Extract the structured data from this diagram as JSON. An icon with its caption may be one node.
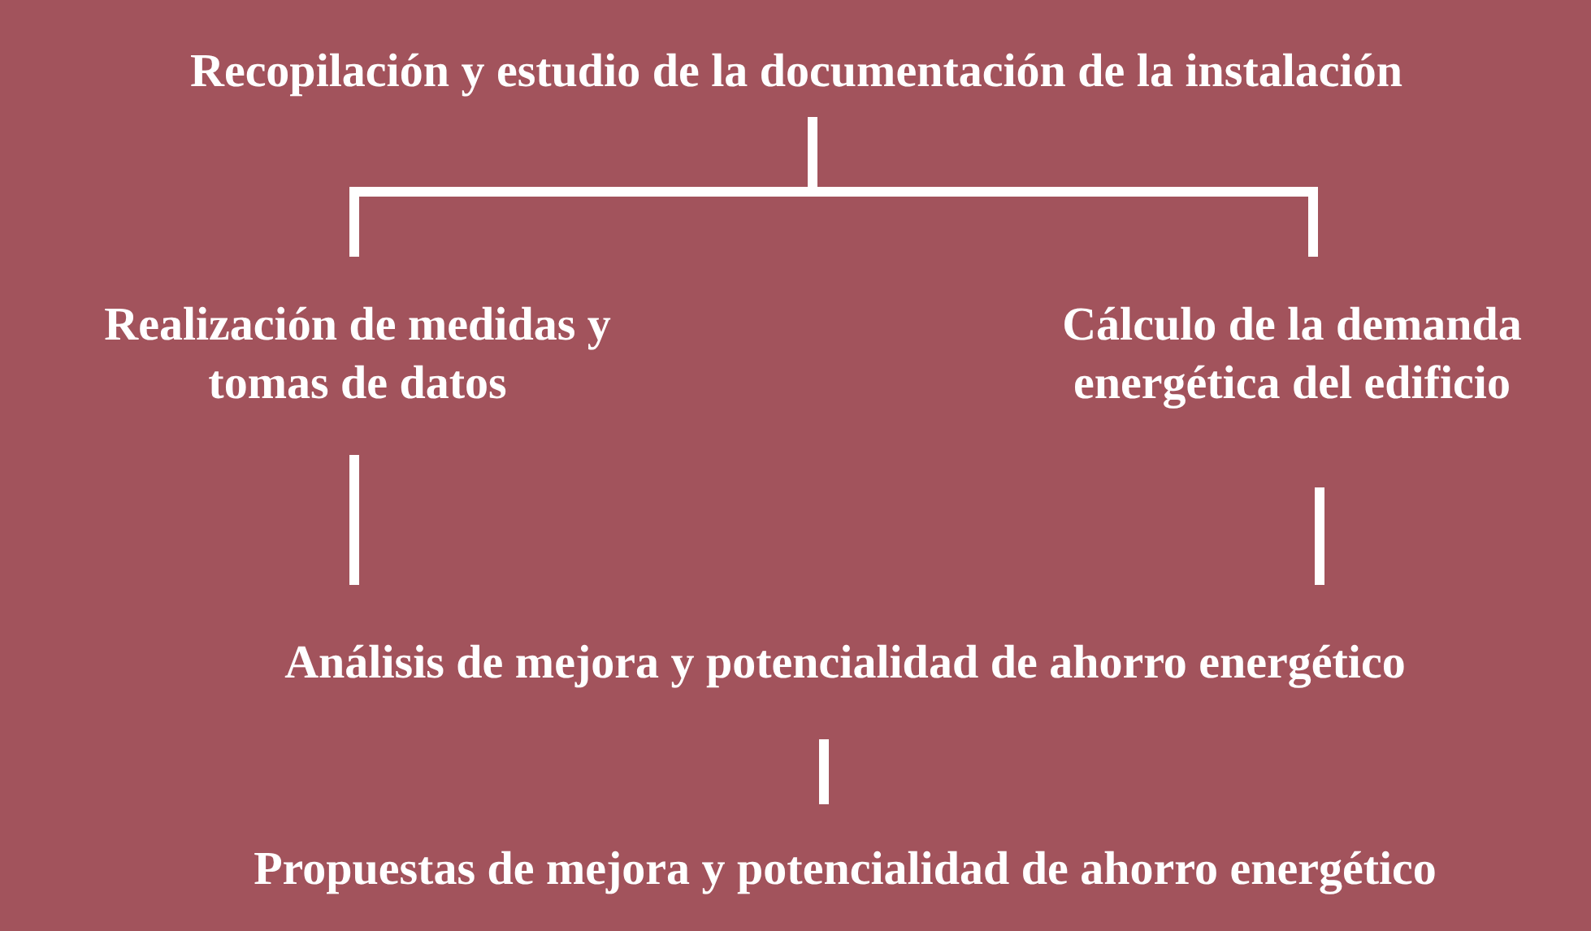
{
  "diagram": {
    "nodes": [
      {
        "text": [
          "Recopilación y estudio de la documentación de la instalación"
        ]
      },
      {
        "text": [
          "Realización de medidas y tomas de datos"
        ]
      },
      {
        "text": [
          "Cálculo de la demanda energética del edificio"
        ]
      },
      {
        "text": [
          "Análisis de mejora y potencialidad de ahorro energético"
        ]
      },
      {
        "text": [
          "Propuestas de mejora y potencialidad de ahorro energético"
        ]
      }
    ],
    "edges": [
      {
        "from": 0,
        "to": 1,
        "arrow": "none"
      },
      {
        "from": 0,
        "to": 2,
        "arrow": "none"
      },
      {
        "from": 1,
        "to": 3,
        "arrow": "none"
      },
      {
        "from": 2,
        "to": 3,
        "arrow": "none"
      },
      {
        "from": 3,
        "to": 4,
        "arrow": "none"
      }
    ]
  }
}
